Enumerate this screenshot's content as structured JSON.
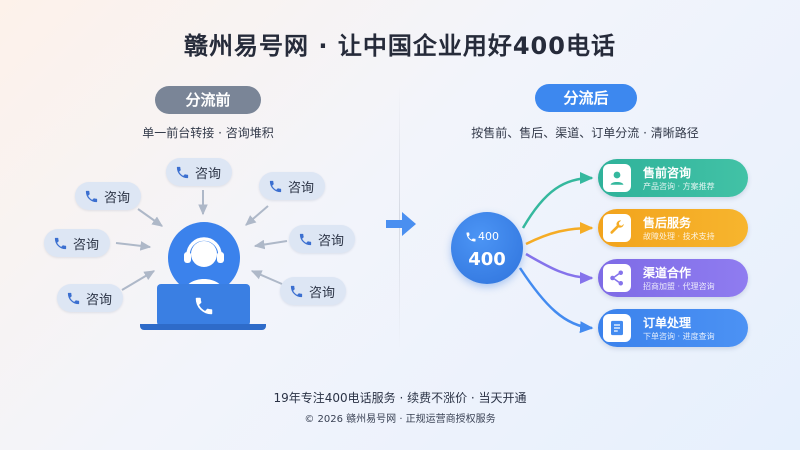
{
  "title": "赣州易号网 · 让中国企业用好400电话",
  "before": {
    "label": "分流前",
    "subtitle": "单一前台转接 · 咨询堆积",
    "bubbles": [
      "咨询",
      "咨询",
      "咨询",
      "咨询",
      "咨询",
      "咨询",
      "咨询"
    ]
  },
  "after": {
    "label": "分流后",
    "subtitle": "按售前、售后、渠道、订单分流 · 清晰路径",
    "hub": {
      "small": "400",
      "big": "400"
    },
    "routes": [
      {
        "title": "售前咨询",
        "sub": "产品咨询 · 方案推荐",
        "icon": "user-icon",
        "color": "#35b89e"
      },
      {
        "title": "售后服务",
        "sub": "故障处理 · 技术支持",
        "icon": "wrench-icon",
        "color": "#f5ac25"
      },
      {
        "title": "渠道合作",
        "sub": "招商加盟 · 代理咨询",
        "icon": "share-icon",
        "color": "#8573eb"
      },
      {
        "title": "订单处理",
        "sub": "下单咨询 · 进度查询",
        "icon": "document-icon",
        "color": "#438bf0"
      }
    ]
  },
  "footer": {
    "line1": "19年专注400电话服务 · 续费不涨价 · 当天开通",
    "line2": "© 2026 赣州易号网 · 正规运营商授权服务"
  }
}
